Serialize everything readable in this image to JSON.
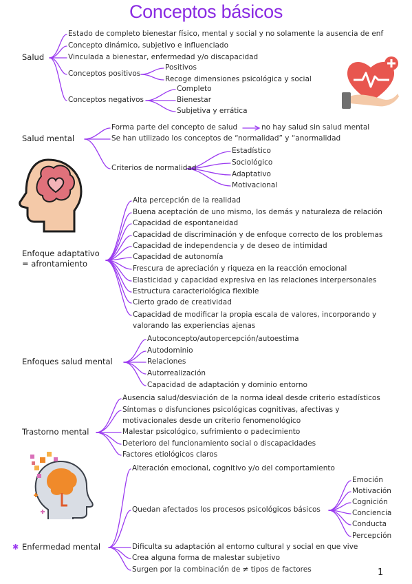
{
  "title": "Conceptos básicos",
  "page_number": "1",
  "salud": {
    "label": "Salud",
    "items": [
      "Estado de completo bienestar físico, mental y social y no solamente la ausencia de enf",
      "Concepto dinámico, subjetivo e influenciado",
      "Vinculada a bienestar, enfermedad y/o discapacidad",
      "Conceptos positivos",
      "Conceptos negativos"
    ],
    "positivos": [
      "Positivos",
      "Recoge dimensiones psicológica y social"
    ],
    "negativos": [
      "Completo",
      "Bienestar",
      "Subjetiva y errática"
    ]
  },
  "salud_mental": {
    "label": "Salud mental",
    "items": [
      "Forma parte del concepto de salud",
      "no hay salud sin salud mental",
      "Se han utilizado los conceptos de “normalidad” y “anormalidad",
      "Criterios de normalidad"
    ],
    "criterios": [
      "Estadístico",
      "Sociológico",
      "Adaptativo",
      "Motivacional"
    ]
  },
  "enfoque_adaptativo": {
    "label_line1": "Enfoque adaptativo",
    "label_line2": "= afrontamiento",
    "items": [
      "Alta percepción de la realidad",
      "Buena aceptación de uno mismo, los demás y naturaleza de relación",
      "Capacidad de espontaneidad",
      "Capacidad de discriminación y de enfoque correcto de los problemas",
      "Capacidad de independencia y de deseo de intimidad",
      "Capacidad de autonomía",
      "Frescura de apreciación y riqueza en la reacción emocional",
      "Elasticidad y capacidad expresiva en las relaciones interpersonales",
      "Estructura caracteriológica flexible",
      "Cierto grado de creatividad",
      "Capacidad de modificar la propia escala de valores, incorporando y",
      "valorando las experiencias ajenas"
    ]
  },
  "enfoques_salud_mental": {
    "label": "Enfoques salud mental",
    "items": [
      "Autoconcepto/autopercepción/autoestima",
      "Autodominio",
      "Relaciones",
      "Autorrealización",
      "Capacidad de adaptación y dominio entorno"
    ]
  },
  "trastorno_mental": {
    "label": "Trastorno mental",
    "items": [
      "Ausencia salud/desviación de la norma ideal desde criterio estadísticos",
      "Síntomas o disfunciones psicológicas cognitivas, afectivas y",
      "motivacionales desde un criterio fenomenológico",
      "Malestar psicológico, sufrimiento o padecimiento",
      "Deterioro del funcionamiento social o discapacidades",
      "Factores etiológicos claros"
    ]
  },
  "enfermedad_mental": {
    "label": "Enfermedad mental",
    "star": "✱",
    "items": [
      "Alteración emocional, cognitivo y/o del comportamiento",
      "Quedan afectados los procesos psicológicos básicos",
      "Dificulta su adaptación al entorno cultural y social en que vive",
      "Crea alguna forma de malestar subjetivo",
      "Surgen por la combinación de ≠ tipos de factores"
    ],
    "procesos": [
      "Emoción",
      "Motivación",
      "Cognición",
      "Conciencia",
      "Conducta",
      "Percepción"
    ]
  },
  "colors": {
    "title": "#8a2be2",
    "branch": "#9b3bf0",
    "text": "#2a2a2a"
  }
}
